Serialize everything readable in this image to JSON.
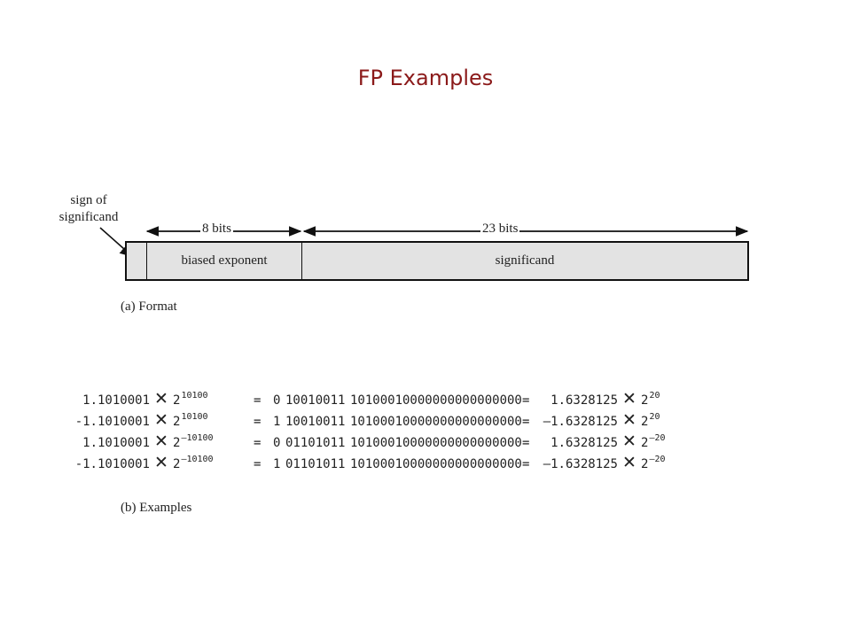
{
  "slide": {
    "title": "FP Examples"
  },
  "format": {
    "sign_label_line1": "sign of",
    "sign_label_line2": "significand",
    "exponent_bits_label": "8 bits",
    "significand_bits_label": "23 bits",
    "exponent_field": "biased exponent",
    "significand_field": "significand",
    "caption": "(a) Format"
  },
  "examples": {
    "times_symbol": "✕",
    "base": "2",
    "rows": [
      {
        "lhs": "1.1010001",
        "lhs_exp": "10100",
        "eq": "=",
        "sign": "0",
        "exponent": "10010011",
        "significand": "10100010000000000000000",
        "eq2": "=",
        "rhs": "1.6328125",
        "rhs_exp": "20"
      },
      {
        "lhs": "-1.1010001",
        "lhs_exp": "10100",
        "eq": "=",
        "sign": "1",
        "exponent": "10010011",
        "significand": "10100010000000000000000",
        "eq2": "=",
        "rhs": "–1.6328125",
        "rhs_exp": "20"
      },
      {
        "lhs": "1.1010001",
        "lhs_exp": "–10100",
        "eq": "=",
        "sign": "0",
        "exponent": "01101011",
        "significand": "10100010000000000000000",
        "eq2": "=",
        "rhs": "1.6328125",
        "rhs_exp": "–20"
      },
      {
        "lhs": "-1.1010001",
        "lhs_exp": "–10100",
        "eq": "=",
        "sign": "1",
        "exponent": "01101011",
        "significand": "10100010000000000000000",
        "eq2": "=",
        "rhs": "–1.6328125",
        "rhs_exp": "–20"
      }
    ],
    "caption": "(b) Examples"
  }
}
